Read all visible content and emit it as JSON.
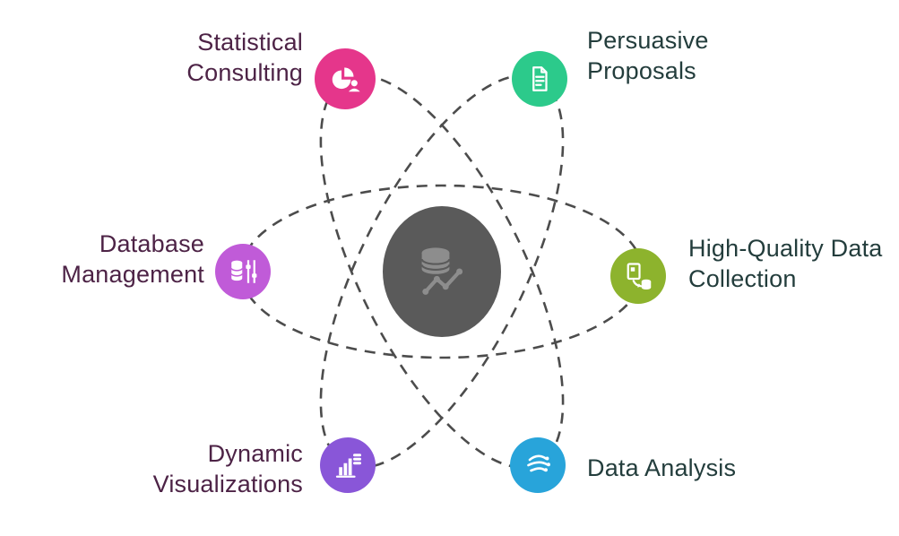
{
  "diagram": {
    "type": "hub-and-spoke-orbital",
    "center": {
      "icon": "database-chart-icon",
      "color": "#5a5a5a",
      "icon_color": "#8d8d8d"
    },
    "orbit": {
      "color": "#4c4c4c",
      "style": "dashed"
    },
    "nodes": [
      {
        "label": "Statistical Consulting",
        "color": "#e5368b",
        "label_color": "#4d2346",
        "icon": "pie-chart-presentation-icon"
      },
      {
        "label": "Persuasive Proposals",
        "color": "#2cca8b",
        "label_color": "#233d3c",
        "icon": "proposal-document-icon"
      },
      {
        "label": "Database Management",
        "color": "#c05bd8",
        "label_color": "#4d2346",
        "icon": "database-settings-icon"
      },
      {
        "label": "High-Quality Data Collection",
        "color": "#8db32d",
        "label_color": "#233d3c",
        "icon": "data-collection-icon"
      },
      {
        "label": "Dynamic Visualizations",
        "color": "#8956d8",
        "label_color": "#4d2346",
        "icon": "bar-chart-icon"
      },
      {
        "label": "Data Analysis",
        "color": "#28a4da",
        "label_color": "#233d3c",
        "icon": "data-analysis-swirl-icon"
      }
    ]
  }
}
